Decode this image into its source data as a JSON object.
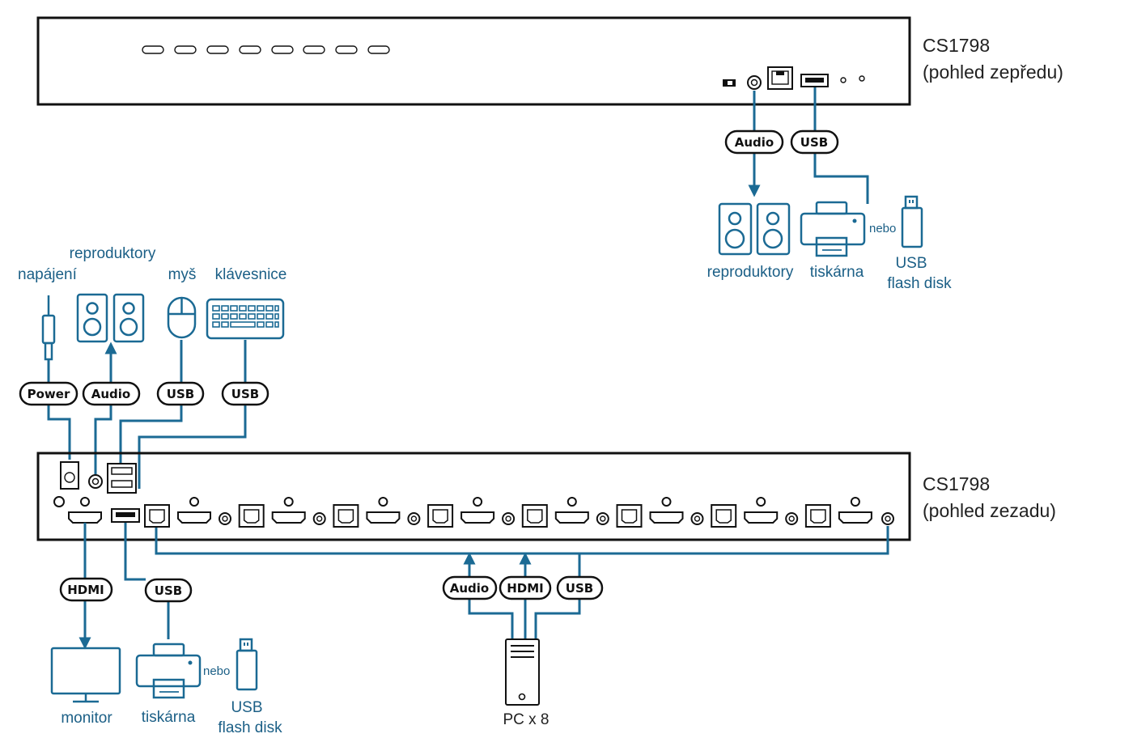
{
  "front_unit": {
    "model": "CS1798",
    "view": "(pohled zepředu)",
    "tags": {
      "audio": "Audio",
      "usb": "USB"
    },
    "devices": {
      "speakers": "reproduktory",
      "printer": "tiskárna",
      "or": "nebo",
      "flash_line1": "USB",
      "flash_line2": "flash disk"
    }
  },
  "rear_unit": {
    "model": "CS1798",
    "view": "(pohled zezadu)",
    "console_tags": {
      "power": "Power",
      "audio": "Audio",
      "usb_mouse": "USB",
      "usb_keyboard": "USB"
    },
    "console_devices": {
      "power": "napájení",
      "speakers": "reproduktory",
      "mouse": "myš",
      "keyboard": "klávesnice"
    },
    "output_tags": {
      "hdmi": "HDMI",
      "usb": "USB"
    },
    "output_devices": {
      "monitor": "monitor",
      "printer": "tiskárna",
      "or": "nebo",
      "flash_line1": "USB",
      "flash_line2": "flash disk"
    },
    "pc_tags": {
      "audio": "Audio",
      "hdmi": "HDMI",
      "usb": "USB"
    },
    "pc_label": "PC x 8"
  },
  "colors": {
    "line": "#1b6a94",
    "label": "#1b5f86",
    "outline": "#111111"
  }
}
